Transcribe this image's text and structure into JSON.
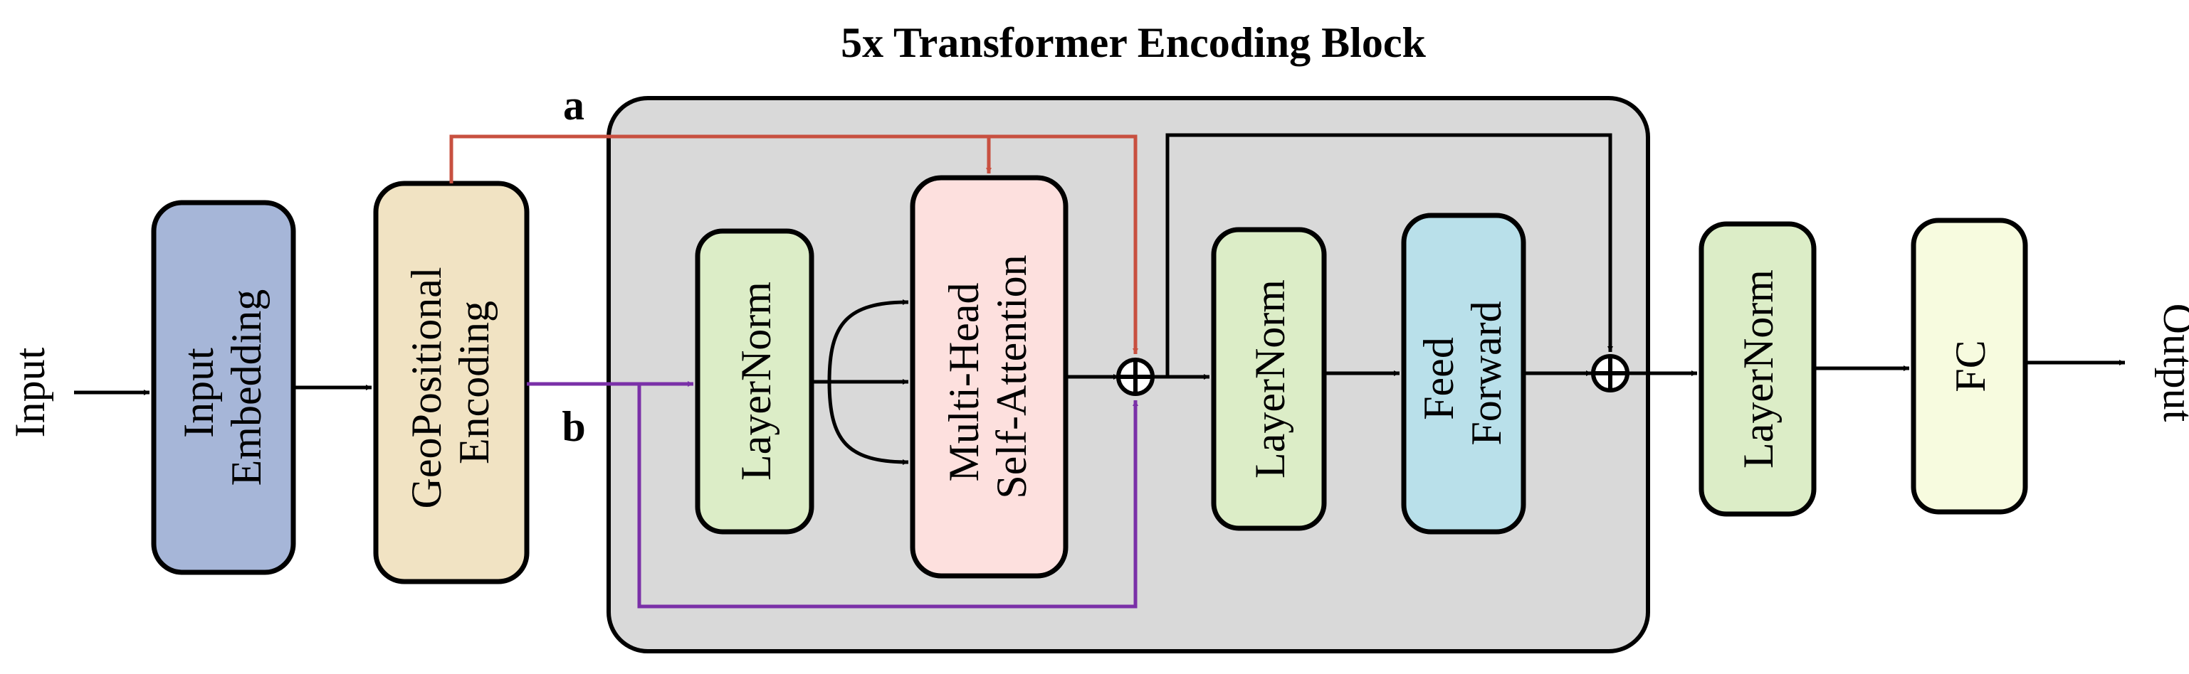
{
  "title": "5x Transformer Encoding Block",
  "io": {
    "input": "Input",
    "output": "Output"
  },
  "blocks": {
    "input_embedding": [
      "Input",
      "Embedding"
    ],
    "geo_positional": [
      "GeoPositional",
      "Encoding"
    ],
    "layernorm_1": [
      "LayerNorm"
    ],
    "mhsa": [
      "Multi-Head",
      "Self-Attention"
    ],
    "layernorm_2": [
      "LayerNorm"
    ],
    "feed_forward": [
      "Feed",
      "Forward"
    ],
    "layernorm_3": [
      "LayerNorm"
    ],
    "fc": [
      "FC"
    ]
  },
  "path_labels": {
    "a": "a",
    "b": "b"
  },
  "colors": {
    "encoder_bg": "#d9d9d9",
    "input_embedding": "#a6b6d8",
    "geo_positional": "#f1e3c3",
    "layernorm": "#dcedc7",
    "mhsa": "#fde0de",
    "feed_forward": "#b9e0ea",
    "fc": "#f7fbdf",
    "path_a": "#c85040",
    "path_b": "#7a30a8"
  }
}
